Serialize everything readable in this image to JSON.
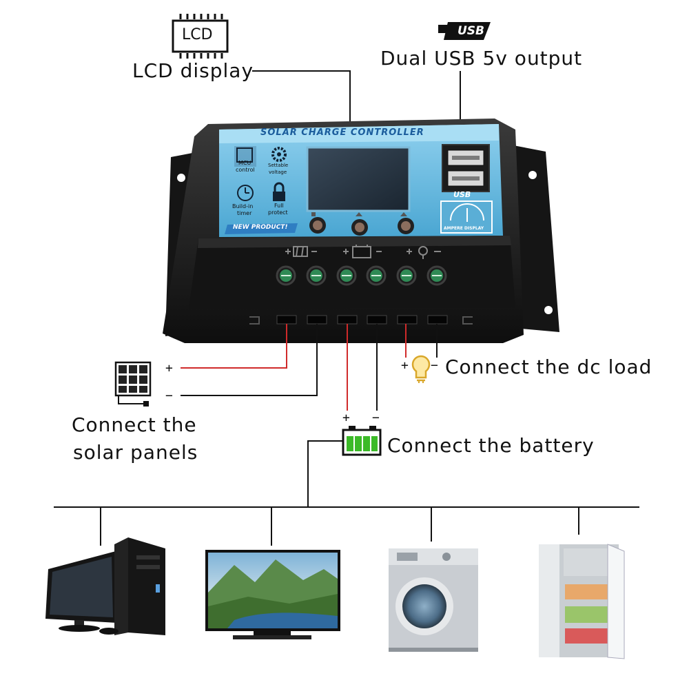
{
  "lcd_icon": {
    "text": "LCD"
  },
  "usb_icon": {
    "text": "USB"
  },
  "callouts": {
    "lcd_display": "LCD display",
    "usb_output": "Dual USB 5v output",
    "dc_load": "Connect the dc load",
    "solar_line1": "Connect  the",
    "solar_line2": "solar panels",
    "battery": "Connect the battery"
  },
  "controller": {
    "header": "SOLAR CHARGE CONTROLLER",
    "features": [
      {
        "icon": "chip-icon",
        "label_line1": "MCU",
        "label_line2": "control"
      },
      {
        "icon": "gear-icon",
        "label_line1": "Settable",
        "label_line2": "voltage"
      },
      {
        "icon": "clock-icon",
        "label_line1": "Build-in",
        "label_line2": "timer"
      },
      {
        "icon": "lock-icon",
        "label_line1": "Full",
        "label_line2": "protect"
      }
    ],
    "badge": "NEW PRODUCT!",
    "usb_panel_logo": "USB",
    "ampere_label": "AMPERE DISPLAY"
  },
  "polarity": {
    "plus": "+",
    "minus": "−"
  },
  "appliances": [
    {
      "icon": "desktop-computer-icon"
    },
    {
      "icon": "television-icon"
    },
    {
      "icon": "washing-machine-icon"
    },
    {
      "icon": "refrigerator-icon"
    }
  ],
  "colors": {
    "controller_body": "#1c1c1c",
    "face_panel": "#68b9dc",
    "header_text": "#1a5c9c",
    "terminal_green": "#2f8a55",
    "wire_positive": "#d02a2a",
    "wire_negative": "#111111",
    "battery_green": "#3cba28"
  }
}
